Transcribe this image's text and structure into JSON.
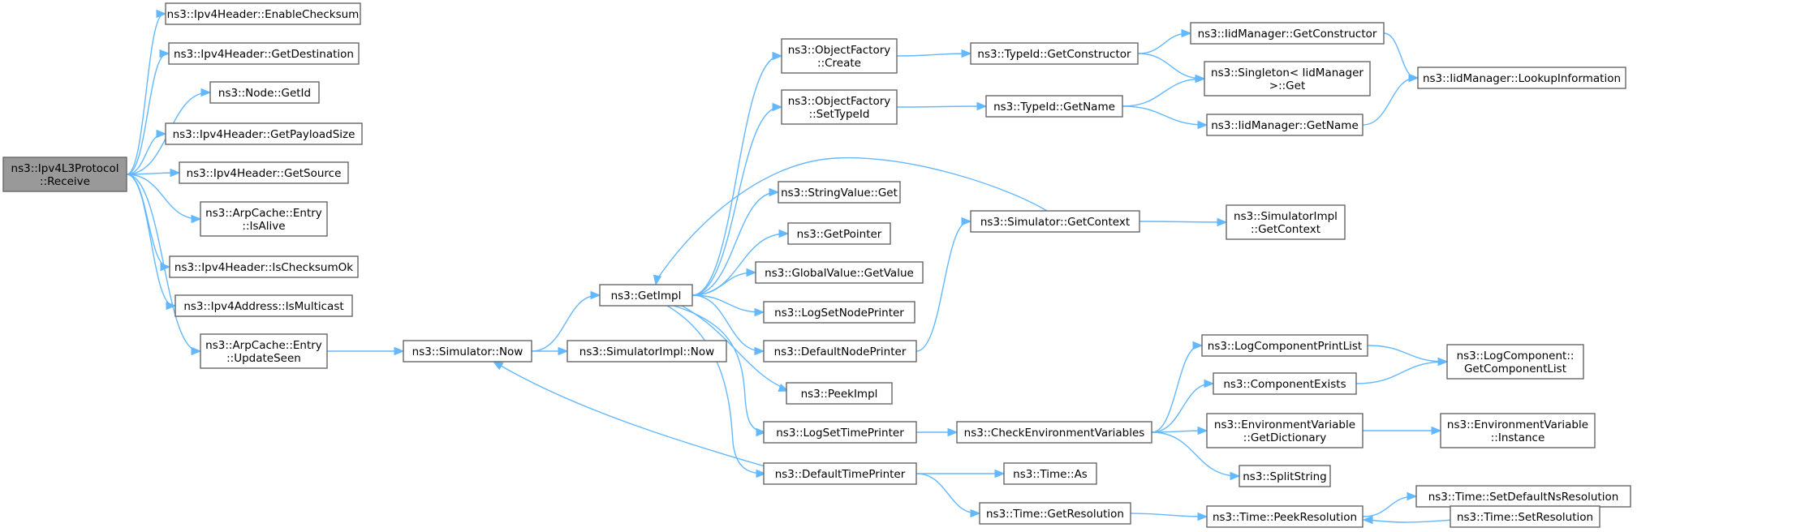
{
  "graph": {
    "title": "",
    "colors": {
      "edge": "#63b8ff",
      "node_border": "#666666",
      "root_fill": "#999999"
    },
    "nodes": [
      {
        "id": "receive",
        "lines": [
          "ns3::Ipv4L3Protocol",
          "::Receive"
        ],
        "root": true
      },
      {
        "id": "enablechecksum",
        "lines": [
          "ns3::Ipv4Header::EnableChecksum"
        ]
      },
      {
        "id": "getdestination",
        "lines": [
          "ns3::Ipv4Header::GetDestination"
        ]
      },
      {
        "id": "nodegetid",
        "lines": [
          "ns3::Node::GetId"
        ]
      },
      {
        "id": "getpayloadsize",
        "lines": [
          "ns3::Ipv4Header::GetPayloadSize"
        ]
      },
      {
        "id": "getsource",
        "lines": [
          "ns3::Ipv4Header::GetSource"
        ]
      },
      {
        "id": "isalive",
        "lines": [
          "ns3::ArpCache::Entry",
          "::IsAlive"
        ]
      },
      {
        "id": "ischecksumok",
        "lines": [
          "ns3::Ipv4Header::IsChecksumOk"
        ]
      },
      {
        "id": "ismulticast",
        "lines": [
          "ns3::Ipv4Address::IsMulticast"
        ]
      },
      {
        "id": "updateseen",
        "lines": [
          "ns3::ArpCache::Entry",
          "::UpdateSeen"
        ]
      },
      {
        "id": "simnow",
        "lines": [
          "ns3::Simulator::Now"
        ]
      },
      {
        "id": "getimpl",
        "lines": [
          "ns3::GetImpl"
        ]
      },
      {
        "id": "simimplnow",
        "lines": [
          "ns3::SimulatorImpl::Now"
        ]
      },
      {
        "id": "ofcreate",
        "lines": [
          "ns3::ObjectFactory",
          "::Create"
        ]
      },
      {
        "id": "ofsettypeid",
        "lines": [
          "ns3::ObjectFactory",
          "::SetTypeId"
        ]
      },
      {
        "id": "stringvalueget",
        "lines": [
          "ns3::StringValue::Get"
        ]
      },
      {
        "id": "getpointer",
        "lines": [
          "ns3::GetPointer"
        ]
      },
      {
        "id": "globalvalueget",
        "lines": [
          "ns3::GlobalValue::GetValue"
        ]
      },
      {
        "id": "logsetnodeprinter",
        "lines": [
          "ns3::LogSetNodePrinter"
        ]
      },
      {
        "id": "defaultnodeprinter",
        "lines": [
          "ns3::DefaultNodePrinter"
        ]
      },
      {
        "id": "peekimpl",
        "lines": [
          "ns3::PeekImpl"
        ]
      },
      {
        "id": "logsettimeprinter",
        "lines": [
          "ns3::LogSetTimePrinter"
        ]
      },
      {
        "id": "defaulttimeprinter",
        "lines": [
          "ns3::DefaultTimePrinter"
        ]
      },
      {
        "id": "typeidgetconstructor",
        "lines": [
          "ns3::TypeId::GetConstructor"
        ]
      },
      {
        "id": "typeidgetname",
        "lines": [
          "ns3::TypeId::GetName"
        ]
      },
      {
        "id": "simgetcontext",
        "lines": [
          "ns3::Simulator::GetContext"
        ]
      },
      {
        "id": "checkenv",
        "lines": [
          "ns3::CheckEnvironmentVariables"
        ]
      },
      {
        "id": "timeas",
        "lines": [
          "ns3::Time::As"
        ]
      },
      {
        "id": "timegetresolution",
        "lines": [
          "ns3::Time::GetResolution"
        ]
      },
      {
        "id": "iidgetconstructor",
        "lines": [
          "ns3::IidManager::GetConstructor"
        ]
      },
      {
        "id": "singletonget",
        "lines": [
          "ns3::Singleton< IidManager",
          "&gt;::Get"
        ]
      },
      {
        "id": "iidgetname",
        "lines": [
          "ns3::IidManager::GetName"
        ]
      },
      {
        "id": "simimplgetcontext",
        "lines": [
          "ns3::SimulatorImpl",
          "::GetContext"
        ]
      },
      {
        "id": "logcomponentprintlist",
        "lines": [
          "ns3::LogComponentPrintList"
        ]
      },
      {
        "id": "componentexists",
        "lines": [
          "ns3::ComponentExists"
        ]
      },
      {
        "id": "envgetdictionary",
        "lines": [
          "ns3::EnvironmentVariable",
          "::GetDictionary"
        ]
      },
      {
        "id": "splitstring",
        "lines": [
          "ns3::SplitString"
        ]
      },
      {
        "id": "peekresolution",
        "lines": [
          "ns3::Time::PeekResolution"
        ]
      },
      {
        "id": "iidlookup",
        "lines": [
          "ns3::IidManager::LookupInformation"
        ]
      },
      {
        "id": "getcomponentlist",
        "lines": [
          "ns3::LogComponent::",
          "GetComponentList"
        ]
      },
      {
        "id": "envinstance",
        "lines": [
          "ns3::EnvironmentVariable",
          "::Instance"
        ]
      },
      {
        "id": "setdefaultnsres",
        "lines": [
          "ns3::Time::SetDefaultNsResolution"
        ]
      },
      {
        "id": "setresolution",
        "lines": [
          "ns3::Time::SetResolution"
        ]
      }
    ],
    "edges": [
      [
        "receive",
        "enablechecksum"
      ],
      [
        "receive",
        "getdestination"
      ],
      [
        "receive",
        "nodegetid"
      ],
      [
        "receive",
        "getpayloadsize"
      ],
      [
        "receive",
        "getsource"
      ],
      [
        "receive",
        "isalive"
      ],
      [
        "receive",
        "ischecksumok"
      ],
      [
        "receive",
        "ismulticast"
      ],
      [
        "receive",
        "updateseen"
      ],
      [
        "updateseen",
        "simnow"
      ],
      [
        "simnow",
        "getimpl"
      ],
      [
        "simnow",
        "simimplnow"
      ],
      [
        "getimpl",
        "ofcreate"
      ],
      [
        "getimpl",
        "ofsettypeid"
      ],
      [
        "getimpl",
        "stringvalueget"
      ],
      [
        "getimpl",
        "getpointer"
      ],
      [
        "getimpl",
        "globalvalueget"
      ],
      [
        "getimpl",
        "logsetnodeprinter"
      ],
      [
        "getimpl",
        "defaultnodeprinter"
      ],
      [
        "getimpl",
        "peekimpl"
      ],
      [
        "getimpl",
        "logsettimeprinter"
      ],
      [
        "getimpl",
        "defaulttimeprinter"
      ],
      [
        "ofcreate",
        "typeidgetconstructor"
      ],
      [
        "ofsettypeid",
        "typeidgetname"
      ],
      [
        "typeidgetconstructor",
        "iidgetconstructor"
      ],
      [
        "typeidgetconstructor",
        "singletonget"
      ],
      [
        "typeidgetname",
        "singletonget"
      ],
      [
        "typeidgetname",
        "iidgetname"
      ],
      [
        "iidgetconstructor",
        "iidlookup"
      ],
      [
        "iidgetname",
        "iidlookup"
      ],
      [
        "simgetcontext",
        "getimpl"
      ],
      [
        "simgetcontext",
        "simimplgetcontext"
      ],
      [
        "defaultnodeprinter",
        "simgetcontext"
      ],
      [
        "logsettimeprinter",
        "checkenv"
      ],
      [
        "checkenv",
        "logcomponentprintlist"
      ],
      [
        "checkenv",
        "componentexists"
      ],
      [
        "checkenv",
        "envgetdictionary"
      ],
      [
        "checkenv",
        "splitstring"
      ],
      [
        "logcomponentprintlist",
        "getcomponentlist"
      ],
      [
        "componentexists",
        "getcomponentlist"
      ],
      [
        "envgetdictionary",
        "envinstance"
      ],
      [
        "defaulttimeprinter",
        "simnow"
      ],
      [
        "defaulttimeprinter",
        "timeas"
      ],
      [
        "defaulttimeprinter",
        "timegetresolution"
      ],
      [
        "timegetresolution",
        "peekresolution"
      ],
      [
        "peekresolution",
        "setdefaultnsres"
      ],
      [
        "setdefaultnsres",
        "setresolution"
      ],
      [
        "setresolution",
        "peekresolution"
      ],
      [
        "setresolution",
        "setresolution"
      ]
    ]
  }
}
